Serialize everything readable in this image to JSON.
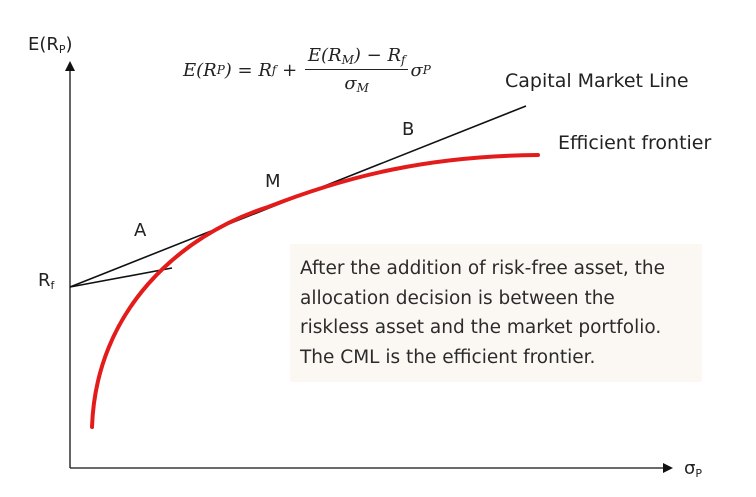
{
  "axes": {
    "y_label_main": "E(R",
    "y_label_sub": "P",
    "y_label_close": ")",
    "x_label_main": "σ",
    "x_label_sub": "P"
  },
  "rf_label_main": "R",
  "rf_label_sub": "f",
  "points": {
    "a": "A",
    "m": "M",
    "b": "B"
  },
  "lines": {
    "cml": "Capital Market Line",
    "efficient_frontier": "Efficient frontier"
  },
  "formula": {
    "lhs": "E(R",
    "lhs_sub": "P",
    "lhs_close": ") = R",
    "rf_sub": "f",
    "plus": " + ",
    "num_main": "E(R",
    "num_sub_m": "M",
    "num_mid": ") − R",
    "num_sub_f": "f",
    "den_main": "σ",
    "den_sub": "M",
    "tail": "σ",
    "tail_sub": "P"
  },
  "note": {
    "lines": [
      "After the addition of risk-free asset, the",
      "allocation decision is between the",
      "riskless asset and the market portfolio.",
      "The CML is the efficient frontier."
    ]
  },
  "colors": {
    "frontier": "#e31b1b",
    "lines": "#111111",
    "note_background": "#fbf8f4"
  }
}
